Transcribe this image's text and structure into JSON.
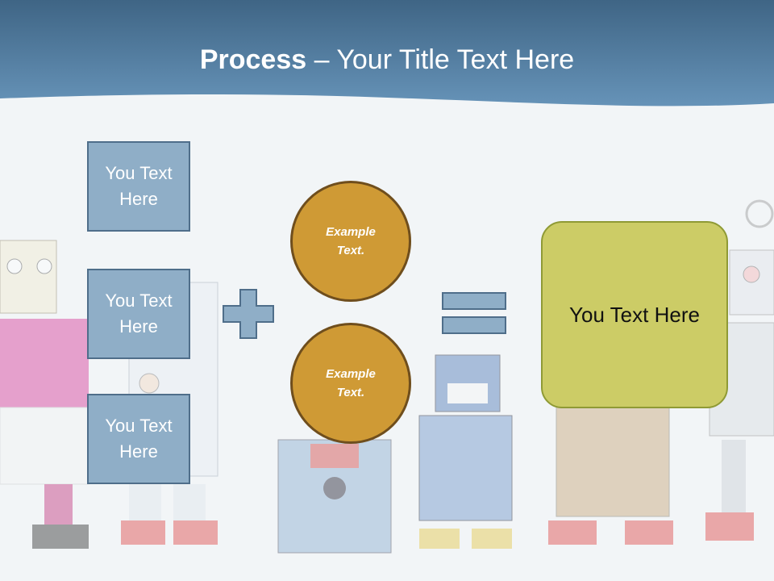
{
  "title": {
    "bold": "Process",
    "rest": " – Your Title Text Here"
  },
  "inputs": [
    {
      "label": "You Text Here"
    },
    {
      "label": "You Text Here"
    },
    {
      "label": "You Text Here"
    }
  ],
  "circles": [
    {
      "label": "Example Text."
    },
    {
      "label": "Example Text."
    }
  ],
  "result": {
    "label": "You Text Here"
  },
  "colors": {
    "header": "#5a87ab",
    "input_box": "#8faec7",
    "circle": "#cf9a35",
    "result_box": "#cccc66",
    "operator": "#8faec7"
  }
}
